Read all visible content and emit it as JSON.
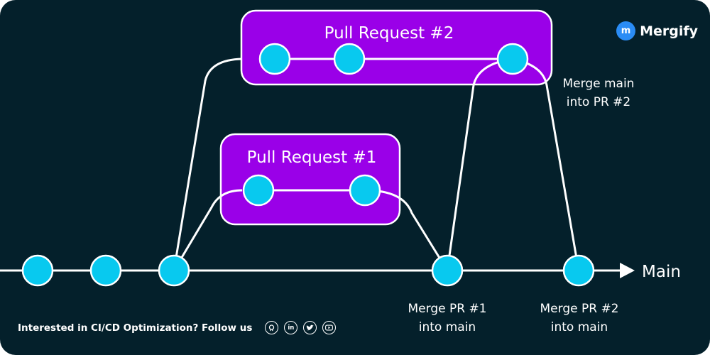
{
  "brand": {
    "name": "Mergify",
    "icon": "mergify-logo-icon"
  },
  "pull_requests": [
    {
      "title": "Pull Request #2"
    },
    {
      "title": "Pull Request #1"
    }
  ],
  "branch": {
    "label": "Main"
  },
  "annotations": {
    "merge_main_into_pr2": [
      "Merge main",
      "into PR #2"
    ],
    "merge_pr1": [
      "Merge PR #1",
      "into main"
    ],
    "merge_pr2": [
      "Merge PR #2",
      "into main"
    ]
  },
  "footer": {
    "text": "Interested in CI/CD Optimization? Follow us",
    "social_icons": [
      "github-icon",
      "linkedin-icon",
      "twitter-icon",
      "youtube-icon"
    ]
  },
  "colors": {
    "background": "#04202b",
    "pr_box": "#9a00e8",
    "commit": "#08c9ef",
    "line": "#ffffff",
    "brand_accent": "#2a8cf5"
  }
}
